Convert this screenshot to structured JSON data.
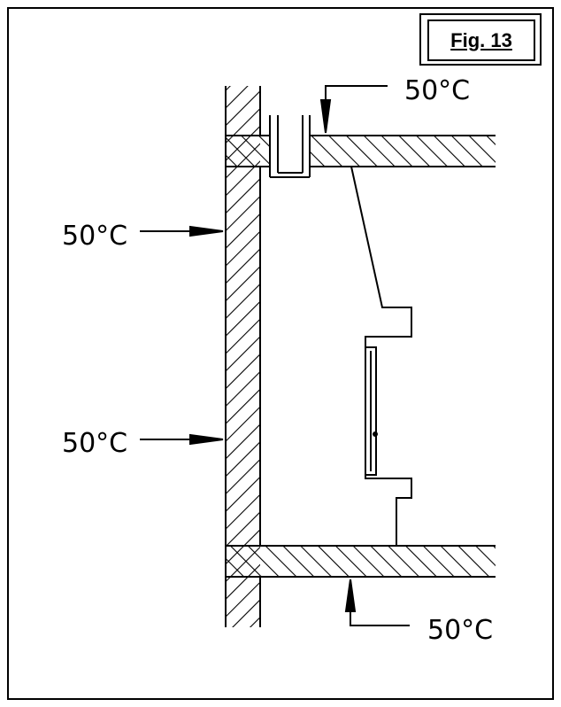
{
  "figure": {
    "label": "Fig. 13"
  },
  "temperatures": {
    "top": "50°C",
    "left_upper": "50°C",
    "left_lower": "50°C",
    "bottom": "50°C"
  }
}
